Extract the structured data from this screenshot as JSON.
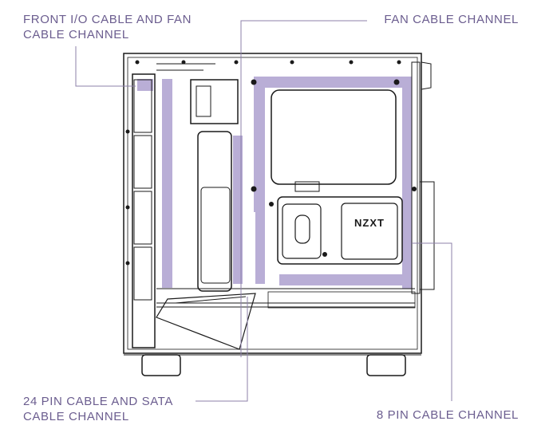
{
  "labels": {
    "front_io": [
      "FRONT I/O CABLE AND FAN",
      "CABLE CHANNEL"
    ],
    "fan_channel": "FAN CABLE CHANNEL",
    "pin24": [
      "24 PIN CABLE AND SATA",
      "CABLE CHANNEL"
    ],
    "pin8": "8 PIN CABLE CHANNEL"
  },
  "case_logo": "NZXT",
  "colors": {
    "channel": "#b9aed6",
    "label": "#6b5d8f",
    "leader": "#8c80aa",
    "outline": "#1a1a1a"
  }
}
